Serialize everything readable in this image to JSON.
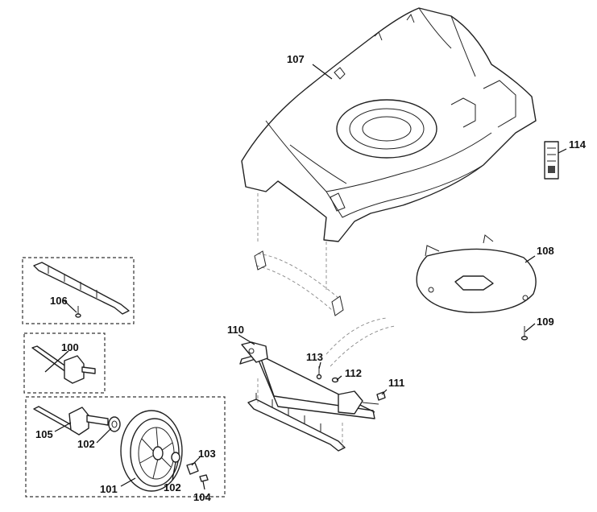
{
  "callouts": {
    "c100": "100",
    "c101": "101",
    "c102a": "102",
    "c102b": "102",
    "c103": "103",
    "c104": "104",
    "c105": "105",
    "c106": "106",
    "c107": "107",
    "c108": "108",
    "c109": "109",
    "c110": "110",
    "c111": "111",
    "c112": "112",
    "c113": "113",
    "c114": "114"
  }
}
